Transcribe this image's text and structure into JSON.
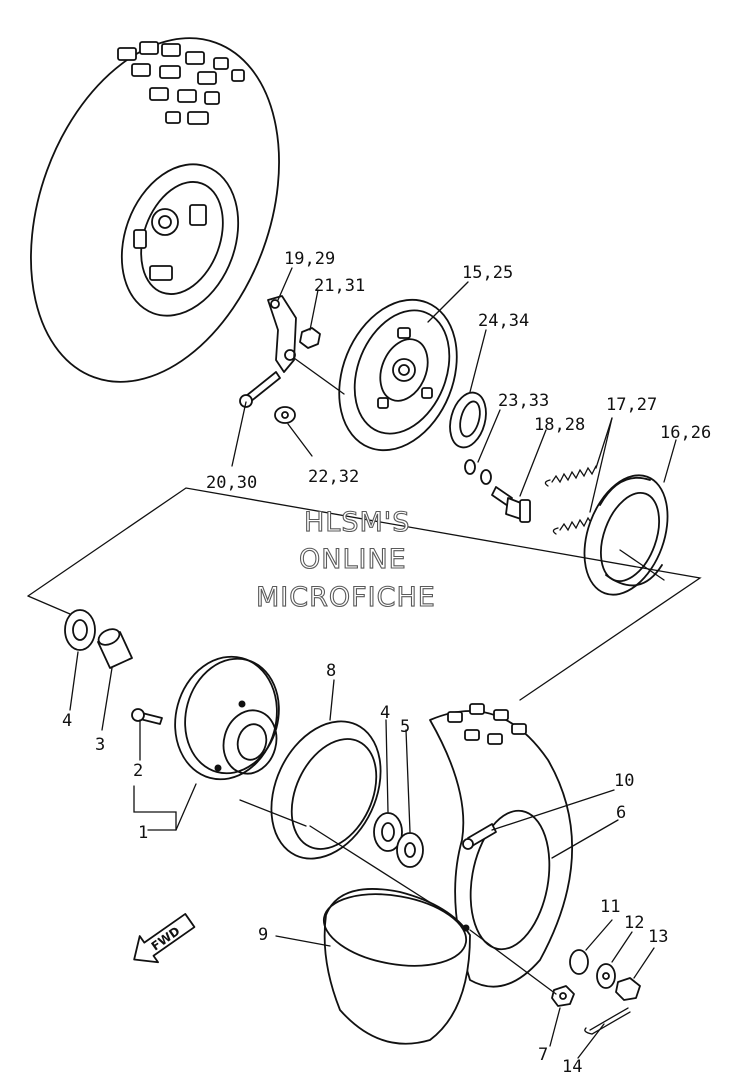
{
  "watermark": {
    "line1": "HLSM'S",
    "line2": "ONLINE",
    "line3": "MICROFICHE"
  },
  "direction_badge": "FWD",
  "callouts": {
    "c1": "1",
    "c2": "2",
    "c3": "3",
    "c4a": "4",
    "c4b": "4",
    "c5": "5",
    "c6": "6",
    "c7": "7",
    "c8": "8",
    "c9": "9",
    "c10": "10",
    "c11": "11",
    "c12": "12",
    "c13": "13",
    "c14": "14",
    "c15_25": "15,25",
    "c16_26": "16,26",
    "c17_27": "17,27",
    "c18_28": "18,28",
    "c19_29": "19,29",
    "c20_30": "20,30",
    "c21_31": "21,31",
    "c22_32": "22,32",
    "c23_33": "23,33",
    "c24_34": "24,34"
  },
  "colors": {
    "line": "#111111",
    "background": "#ffffff",
    "watermark_outline": "#5a5a5a"
  }
}
